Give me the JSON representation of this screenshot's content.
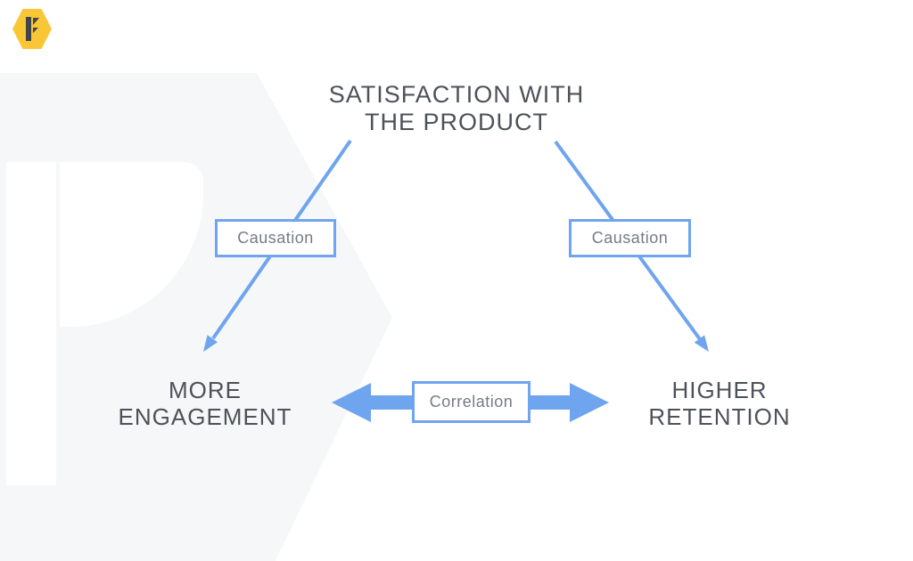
{
  "brand": {
    "logo_letter": "F",
    "logo_name": "hexagon-f-logo"
  },
  "diagram": {
    "title": {
      "line1": "SATISFACTION WITH",
      "line2": "THE PRODUCT"
    },
    "nodes": {
      "engagement": {
        "line1": "MORE",
        "line2": "ENGAGEMENT"
      },
      "retention": {
        "line1": "HIGHER",
        "line2": "RETENTION"
      }
    },
    "edges": {
      "left_causation_label": "Causation",
      "right_causation_label": "Causation",
      "correlation_label": "Correlation"
    }
  },
  "colors": {
    "accent_blue": "#6fa4ef",
    "heading_text": "#4d525a",
    "label_text": "#757c86",
    "logo_yellow": "#f9c636",
    "logo_glyph": "#3f444a",
    "bg_shape": "#f6f7f8"
  }
}
